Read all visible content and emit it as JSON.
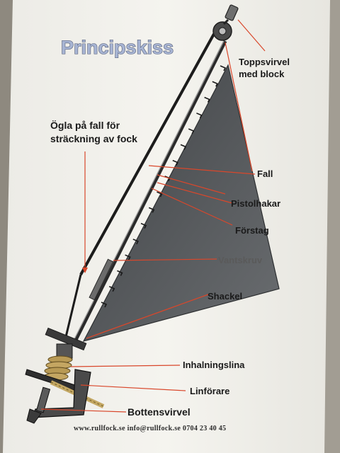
{
  "title": "Principskiss",
  "labels": {
    "toppsvirvel": [
      "Toppsvirvel",
      "med block"
    ],
    "ogla": [
      "Ögla på fall för",
      "sträckning av fock"
    ],
    "fall": "Fall",
    "pistolhakar": "Pistolhakar",
    "forstag": "Förstag",
    "vantskruv": "Vantskruv",
    "shackel": "Shackel",
    "inhalningslina": "Inhalningslina",
    "linforare": "Linförare",
    "bottensvirvel": "Bottensvirvel"
  },
  "footer": "www.rullfock.se   info@rullfock.se   0704 23 40 45",
  "colors": {
    "paper": "#f2f1ec",
    "sail": "#505356",
    "leader_lines": "#d9472b",
    "title_fill": "#a7b4d3"
  }
}
